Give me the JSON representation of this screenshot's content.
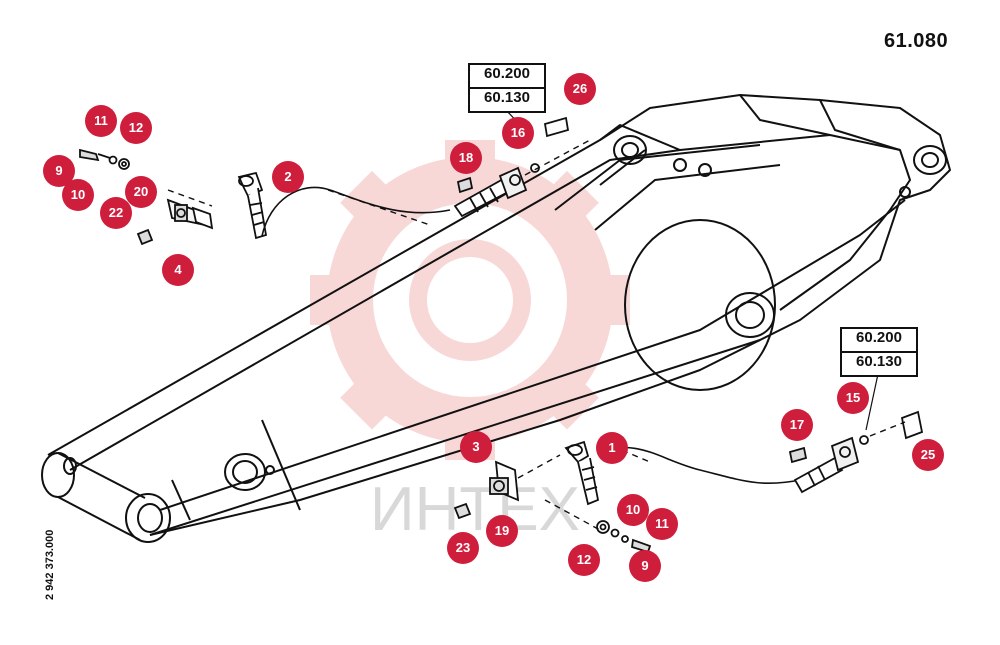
{
  "page_number": "61.080",
  "doc_code": "2 942 373.000",
  "watermark": {
    "text": "ИНТЕХ",
    "color": "#f3b8b8"
  },
  "reference_boxes": [
    {
      "id": "top",
      "refs": [
        "60.200",
        "60.130"
      ]
    },
    {
      "id": "right",
      "refs": [
        "60.200",
        "60.130"
      ]
    }
  ],
  "callouts": [
    {
      "id": "c11a",
      "label": "11"
    },
    {
      "id": "c12a",
      "label": "12"
    },
    {
      "id": "c9a",
      "label": "9"
    },
    {
      "id": "c10a",
      "label": "10"
    },
    {
      "id": "c20",
      "label": "20"
    },
    {
      "id": "c22",
      "label": "22"
    },
    {
      "id": "c4",
      "label": "4"
    },
    {
      "id": "c2",
      "label": "2"
    },
    {
      "id": "c18",
      "label": "18"
    },
    {
      "id": "c16",
      "label": "16"
    },
    {
      "id": "c26",
      "label": "26"
    },
    {
      "id": "c3",
      "label": "3"
    },
    {
      "id": "c19",
      "label": "19"
    },
    {
      "id": "c23",
      "label": "23"
    },
    {
      "id": "c1",
      "label": "1"
    },
    {
      "id": "c10b",
      "label": "10"
    },
    {
      "id": "c11b",
      "label": "11"
    },
    {
      "id": "c12b",
      "label": "12"
    },
    {
      "id": "c9b",
      "label": "9"
    },
    {
      "id": "c17",
      "label": "17"
    },
    {
      "id": "c15",
      "label": "15"
    },
    {
      "id": "c25",
      "label": "25"
    }
  ],
  "colors": {
    "callout": "#cf1d3c",
    "line": "#111111"
  }
}
